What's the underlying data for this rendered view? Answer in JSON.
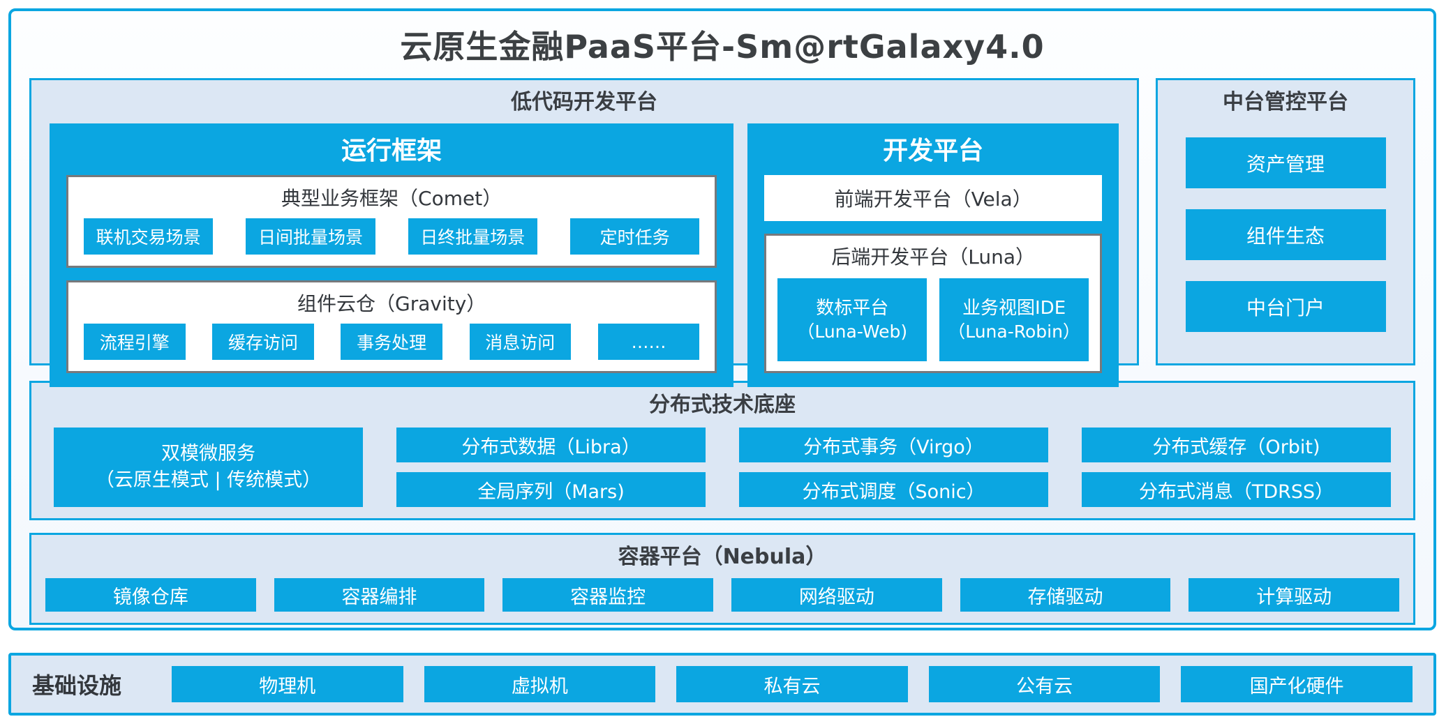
{
  "colors": {
    "accent": "#0ba6e1",
    "panel_fill": "#dce7f4",
    "dark_text": "#33373c",
    "gray_border": "#77797c"
  },
  "title": "云原生金融PaaS平台-Sm@rtGalaxy4.0",
  "low_code": {
    "title": "低代码开发平台",
    "runtime": {
      "title": "运行框架",
      "comet": {
        "title": "典型业务框架（Comet）",
        "items": [
          "联机交易场景",
          "日间批量场景",
          "日终批量场景",
          "定时任务"
        ]
      },
      "gravity": {
        "title": "组件云仓（Gravity）",
        "items": [
          "流程引擎",
          "缓存访问",
          "事务处理",
          "消息访问",
          "……"
        ]
      }
    },
    "dev": {
      "title": "开发平台",
      "vela": "前端开发平台（Vela）",
      "luna": {
        "title": "后端开发平台（Luna）",
        "items": [
          {
            "line1": "数标平台",
            "line2": "（Luna-Web)"
          },
          {
            "line1": "业务视图IDE",
            "line2": "（Luna-Robin）"
          }
        ]
      }
    }
  },
  "middle_platform": {
    "title": "中台管控平台",
    "items": [
      "资产管理",
      "组件生态",
      "中台门户"
    ]
  },
  "distributed": {
    "title": "分布式技术底座",
    "dual_mode": {
      "line1": "双模微服务",
      "line2": "（云原生模式 | 传统模式）"
    },
    "columns": [
      [
        "分布式数据（Libra）",
        "全局序列（Mars)"
      ],
      [
        "分布式事务（Virgo）",
        "分布式调度（Sonic）"
      ],
      [
        "分布式缓存（Orbit)",
        "分布式消息（TDRSS）"
      ]
    ]
  },
  "container_platform": {
    "title": "容器平台（Nebula）",
    "items": [
      "镜像仓库",
      "容器编排",
      "容器监控",
      "网络驱动",
      "存储驱动",
      "计算驱动"
    ]
  },
  "infrastructure": {
    "title": "基础设施",
    "items": [
      "物理机",
      "虚拟机",
      "私有云",
      "公有云",
      "国产化硬件"
    ]
  }
}
